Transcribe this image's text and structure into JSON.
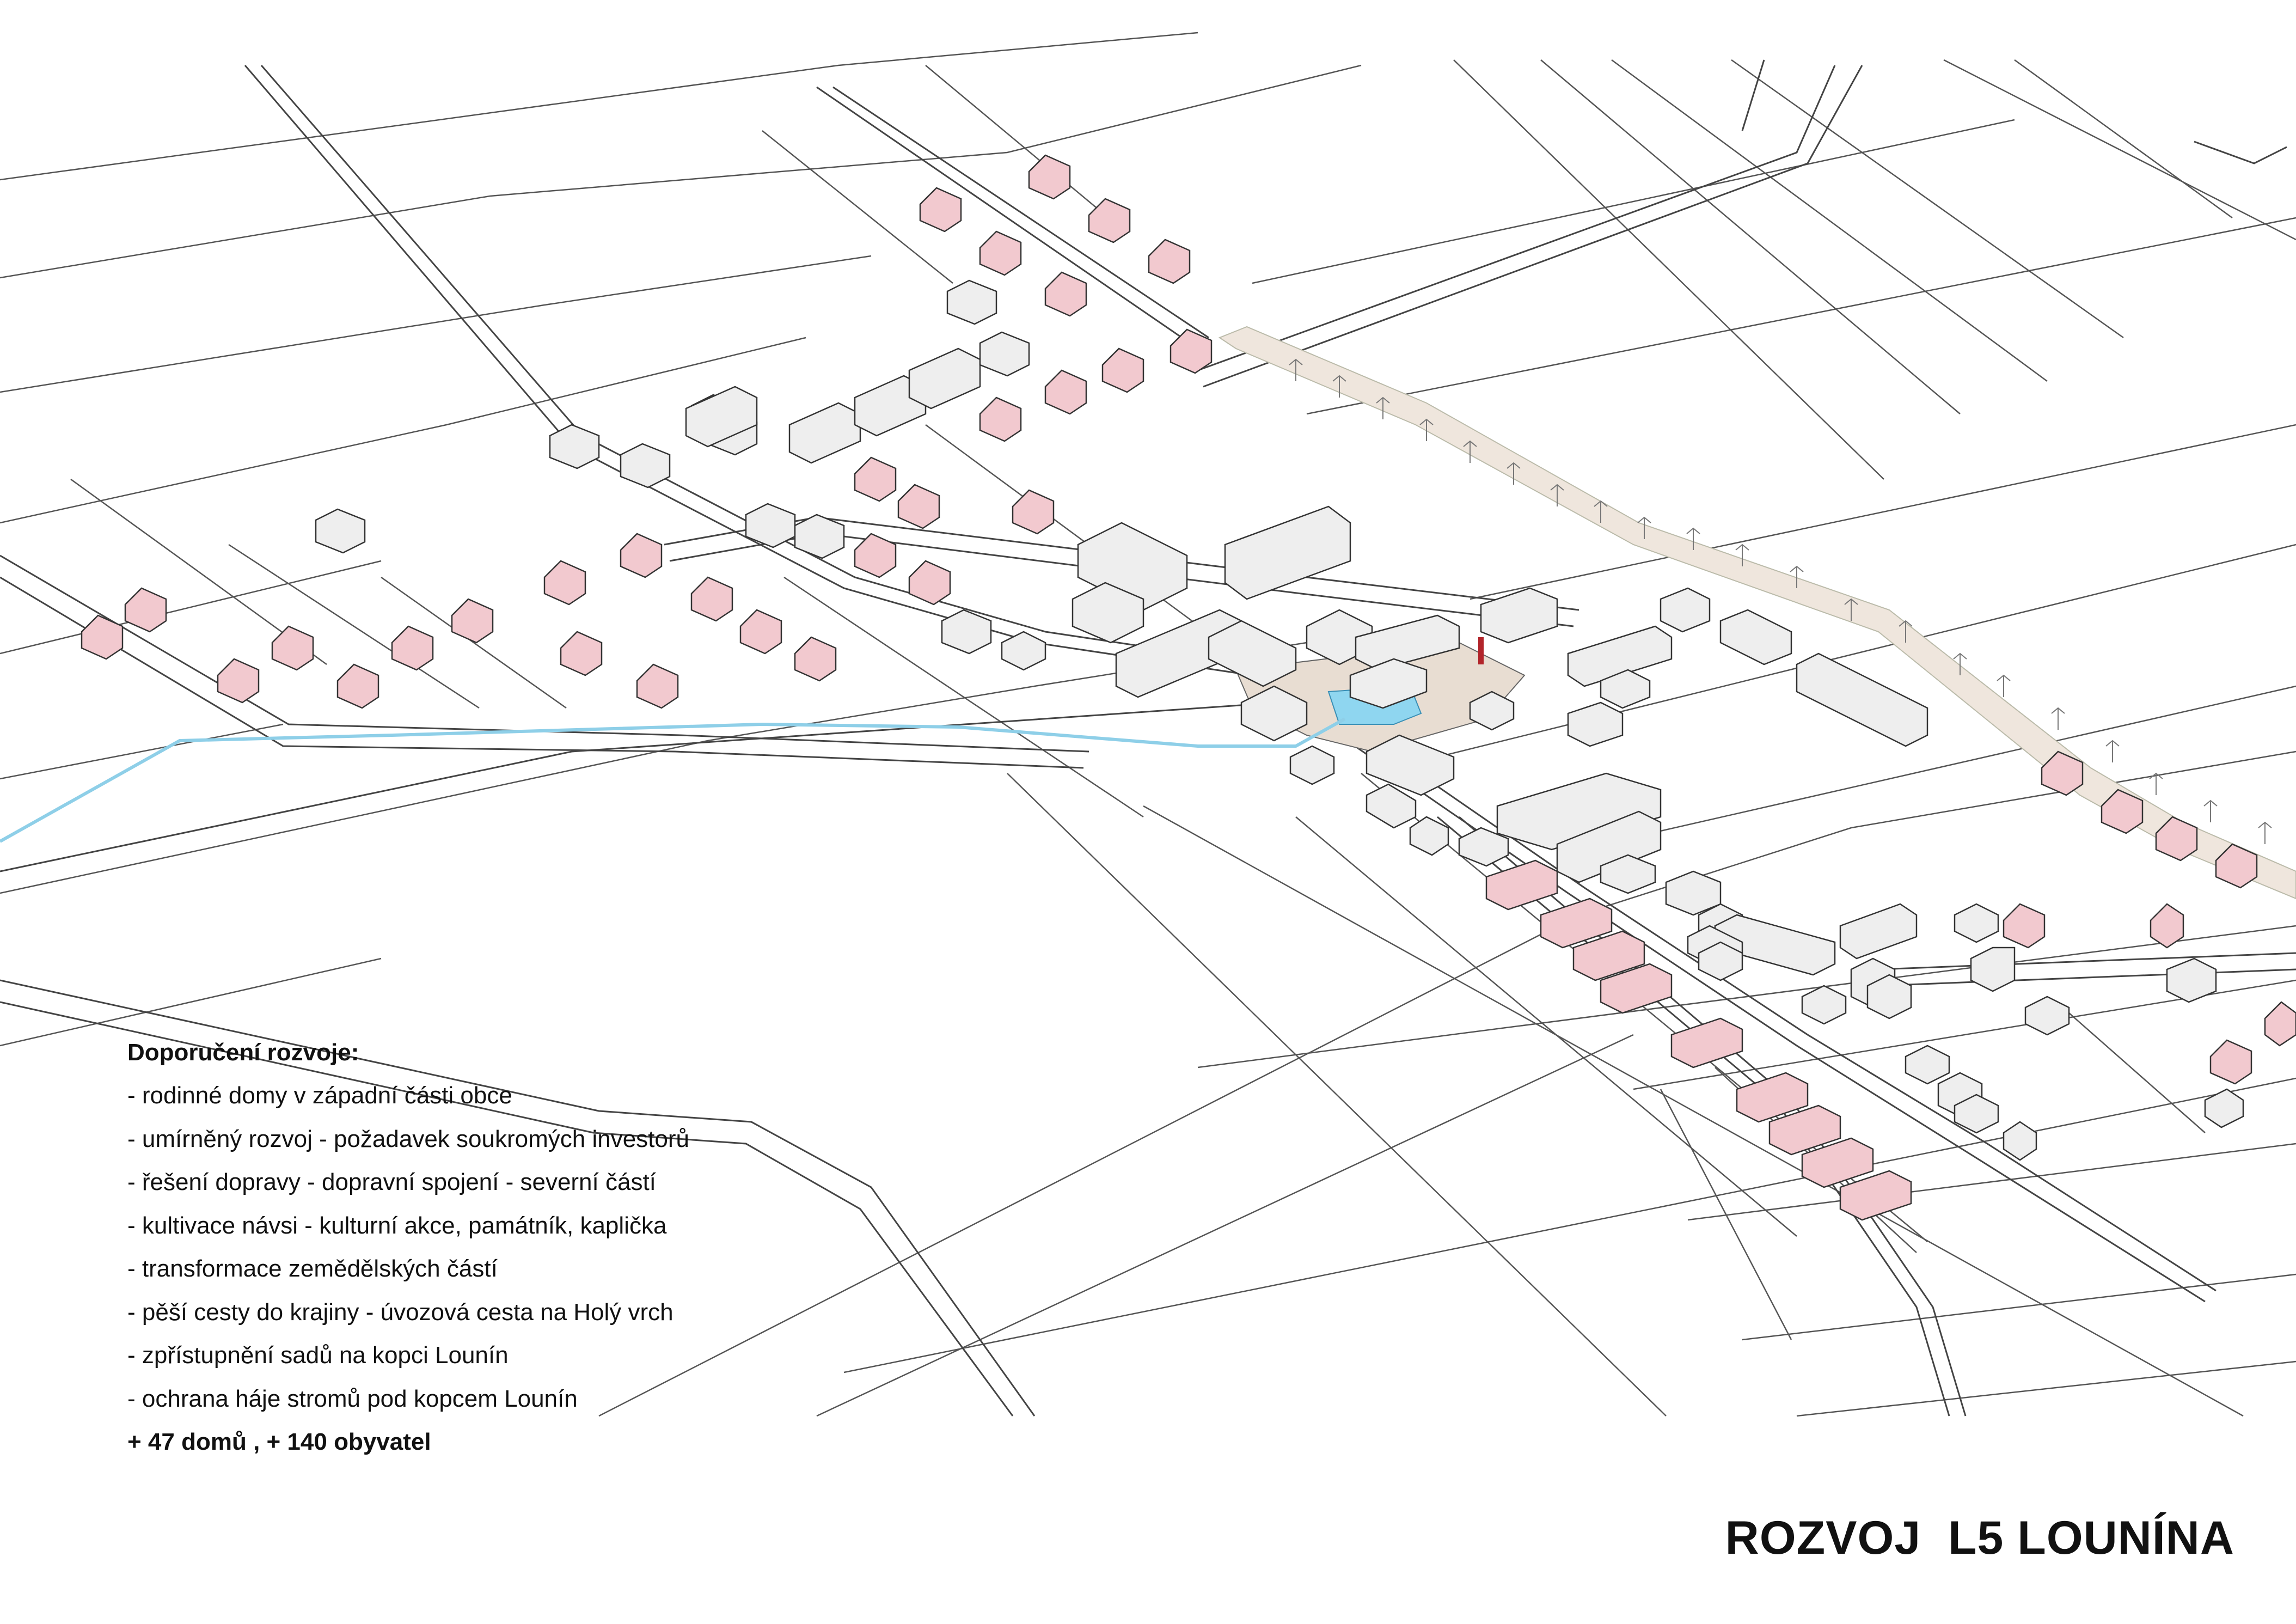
{
  "title": "ROZVOJ  L5 LOUNÍNA",
  "legend": {
    "heading": "Doporučení rozvoje:",
    "items": [
      "- rodinné domy v západní části obce",
      "- umírněný rozvoj - požadavek soukromých investorů",
      "- řešení dopravy - dopravní spojení - severní částí",
      "- kultivace návsi - kulturní akce, památník, kaplička",
      "- transformace zemědělských částí",
      "- pěší cesty do krajiny - úvozová cesta na Holý vrch",
      "- zpřístupnění sadů na kopci Lounín",
      "- ochrana háje stromů pod kopcem Lounín"
    ],
    "summary": "+ 47 domů , + 140 obyvatel"
  },
  "colors": {
    "proposed_house": "#f2c9cf",
    "existing_building": "#eeeeee",
    "stream": "#8ecfe8",
    "pond": "#8fd6f0",
    "square": "#e8ddd2",
    "avenue": "#efe6dd",
    "monument": "#b2242a",
    "line": "#555555"
  }
}
